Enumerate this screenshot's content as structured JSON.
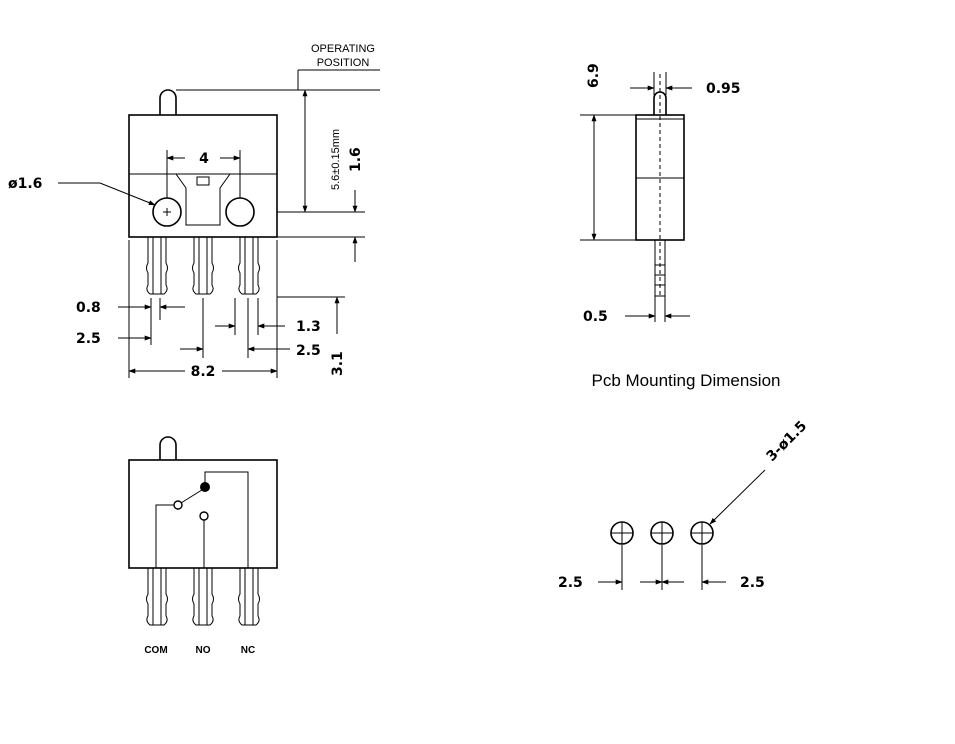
{
  "front_view": {
    "operating_position_line1": "OPERATING",
    "operating_position_line2": "POSITION",
    "dim_hole_diameter": "ø1.6",
    "dim_hole_spacing": "4",
    "dim_operating_height": "5.6±0.15mm",
    "dim_hole_offset": "1.6",
    "dim_terminal_width": "0.8",
    "dim_terminal_pitch_left": "2.5",
    "dim_terminal_gap": "1.3",
    "dim_terminal_pitch_right": "2.5",
    "dim_terminal_length": "3.1",
    "dim_body_width": "8.2"
  },
  "side_view": {
    "dim_height": "6.9",
    "dim_actuator": "0.95",
    "dim_terminal_thickness": "0.5"
  },
  "schematic": {
    "terminal_labels": [
      "COM",
      "NO",
      "NC"
    ]
  },
  "pcb": {
    "title": "Pcb Mounting Dimension",
    "dim_holes": "3-ø1.5",
    "dim_pitch_left": "2.5",
    "dim_pitch_right": "2.5"
  }
}
